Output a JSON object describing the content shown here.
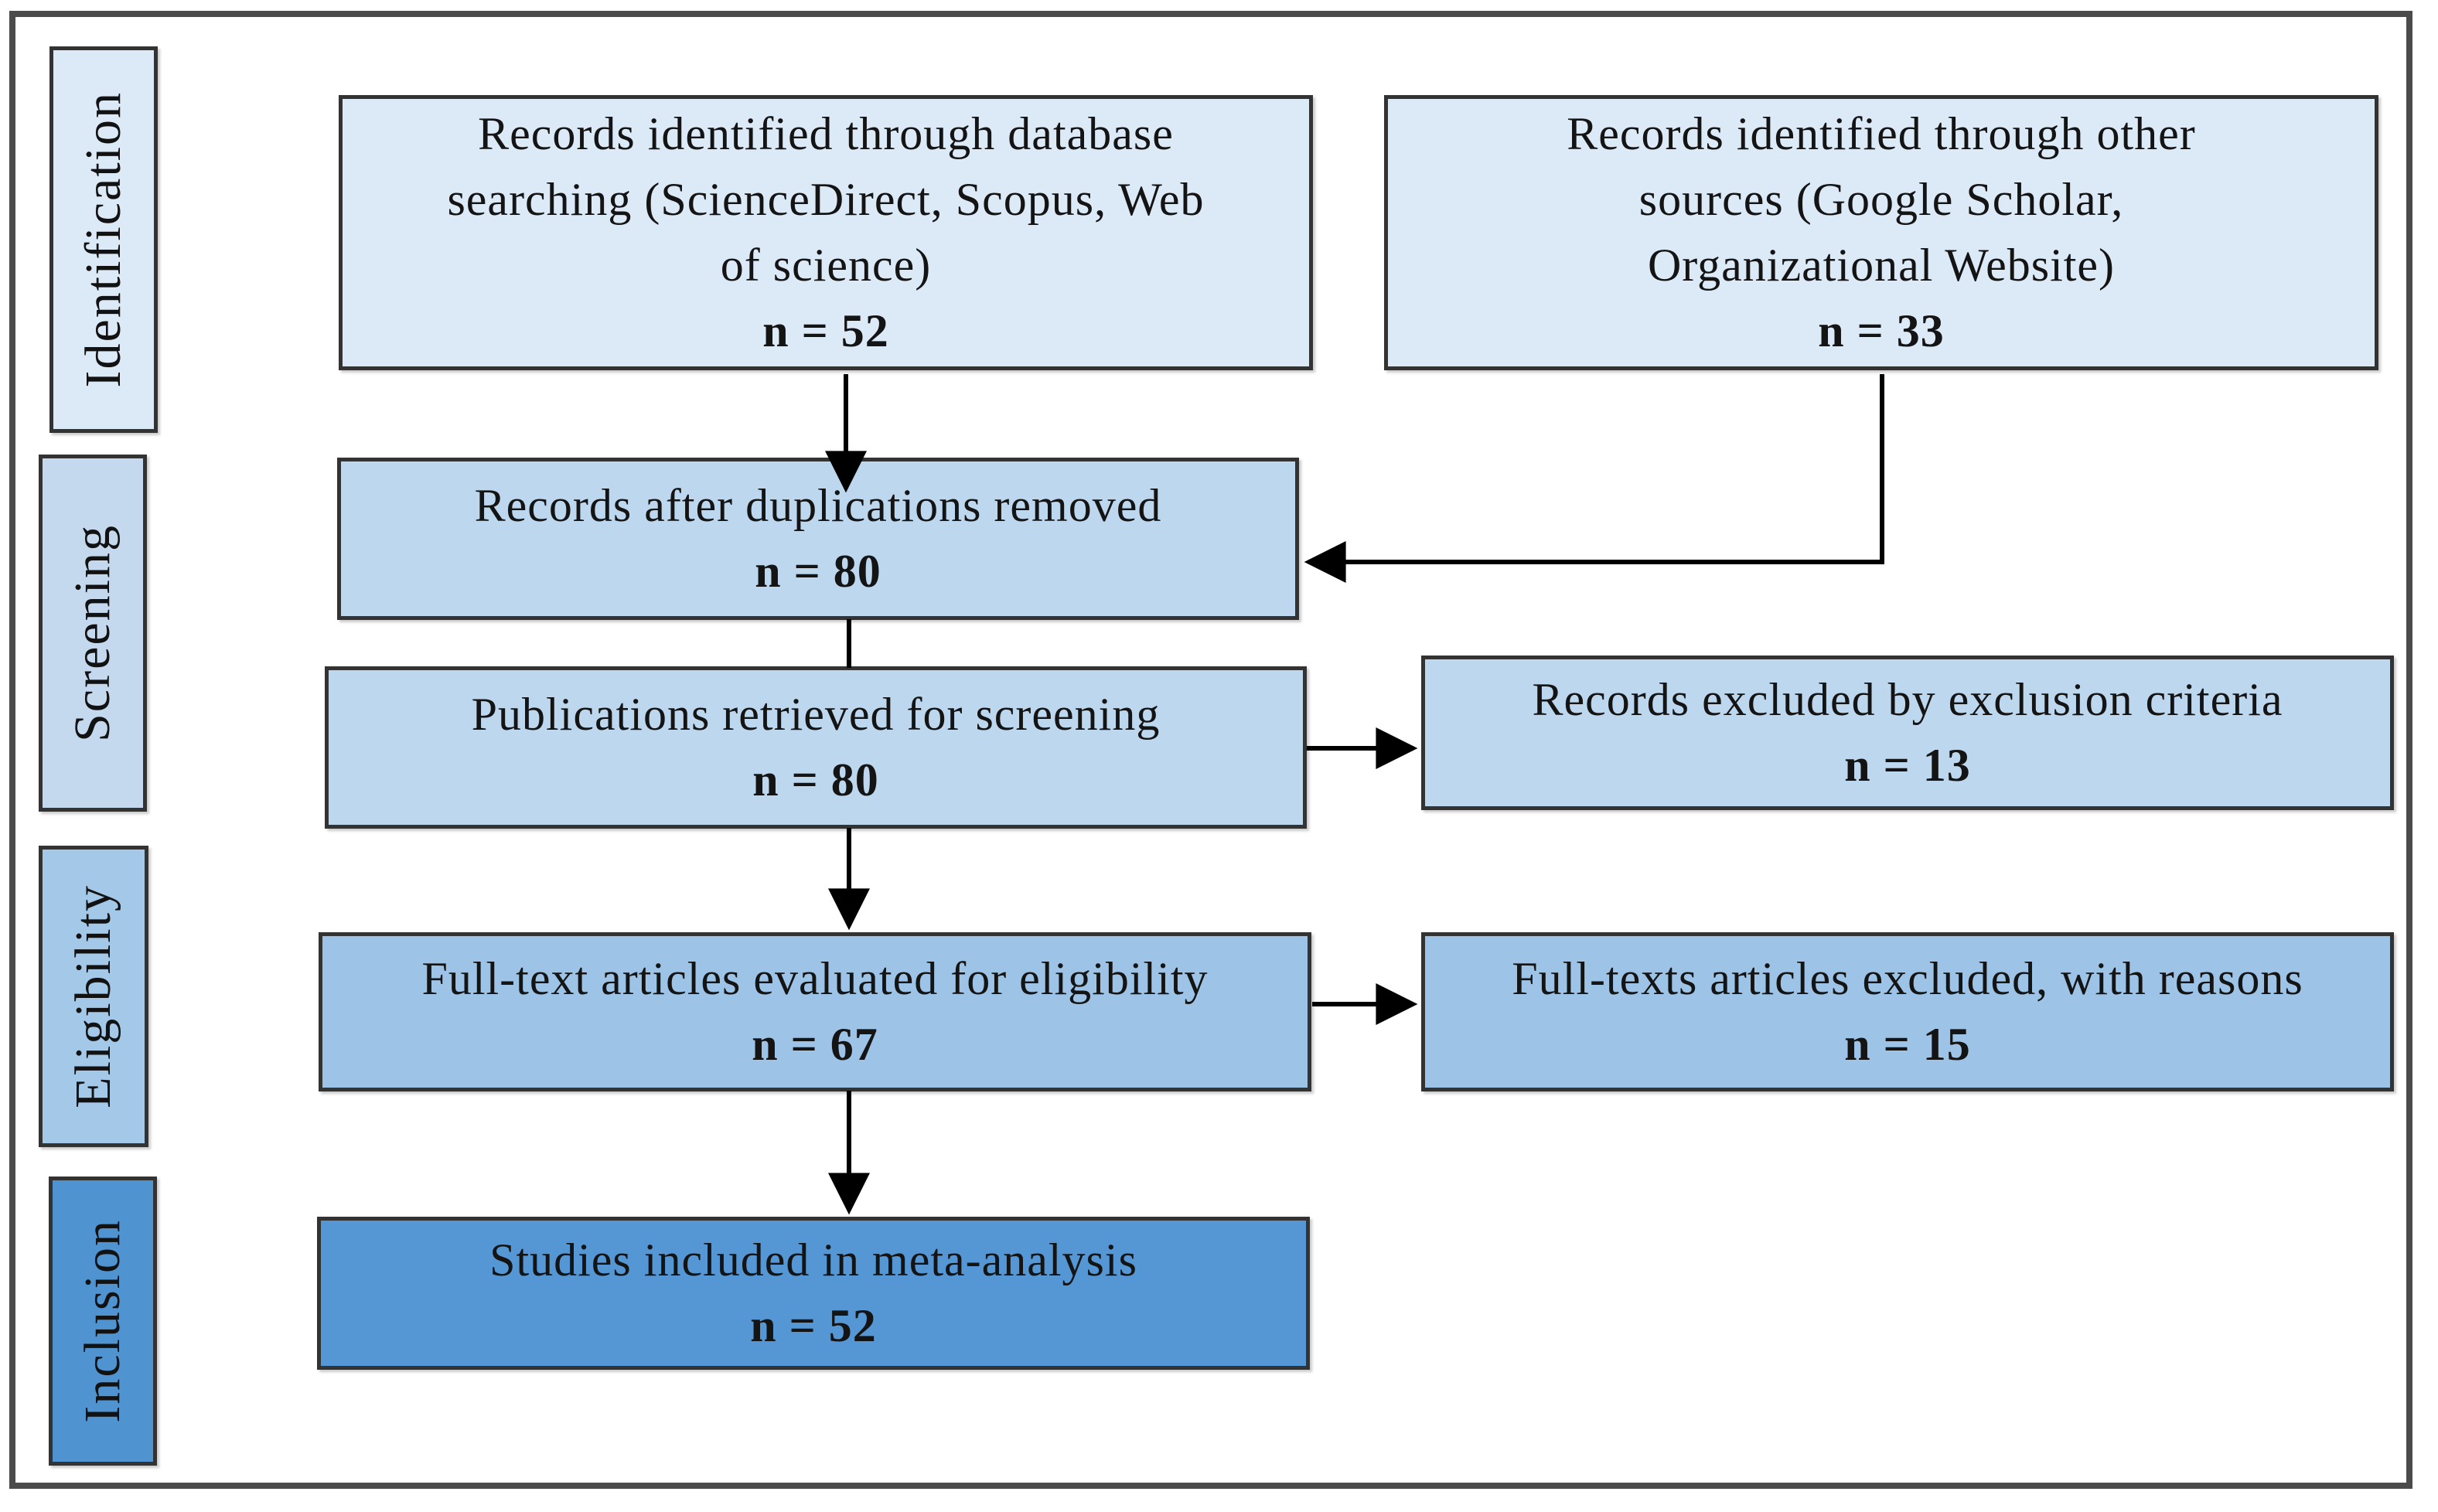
{
  "stages": [
    {
      "label": "Identification"
    },
    {
      "label": "Screening"
    },
    {
      "label": "Eligibility"
    },
    {
      "label": "Inclusion"
    }
  ],
  "boxes": {
    "db": {
      "text": "Records identified through database\nsearching (ScienceDirect, Scopus, Web\nof science)",
      "n": "n = 52"
    },
    "other": {
      "text": "Records identified through other\nsources (Google Scholar,\nOrganizational Website)",
      "n": "n = 33"
    },
    "dedup": {
      "text": "Records after duplications removed",
      "n": "n = 80"
    },
    "screen": {
      "text": "Publications retrieved for screening",
      "n": "n = 80"
    },
    "excluded": {
      "text": "Records excluded by exclusion criteria",
      "n": "n = 13"
    },
    "fulltext": {
      "text": "Full-text articles evaluated for eligibility",
      "n": "n = 67"
    },
    "fulltext_excluded": {
      "text": "Full-texts articles excluded, with reasons",
      "n": "n = 15"
    },
    "included": {
      "text": "Studies included in meta-analysis",
      "n": "n = 52"
    }
  },
  "edges": [
    {
      "from": "db",
      "to": "dedup",
      "arrowhead": true
    },
    {
      "from": "other",
      "to": "dedup",
      "arrowhead": true
    },
    {
      "from": "dedup",
      "to": "screen",
      "arrowhead": false
    },
    {
      "from": "screen",
      "to": "excluded",
      "arrowhead": true
    },
    {
      "from": "screen",
      "to": "fulltext",
      "arrowhead": true
    },
    {
      "from": "fulltext",
      "to": "fulltext_excluded",
      "arrowhead": true
    },
    {
      "from": "fulltext",
      "to": "included",
      "arrowhead": true
    }
  ],
  "colors": {
    "fill_lightest": "#dce9f7",
    "fill_light": "#c4d9ee",
    "fill_medium": "#bdd7ee",
    "fill_darker": "#9dc3e6",
    "fill_darkest": "#5596d4",
    "box_border": "#333333",
    "frame_border": "#4b4b4b",
    "arrow": "#000000",
    "text": "#141414"
  }
}
